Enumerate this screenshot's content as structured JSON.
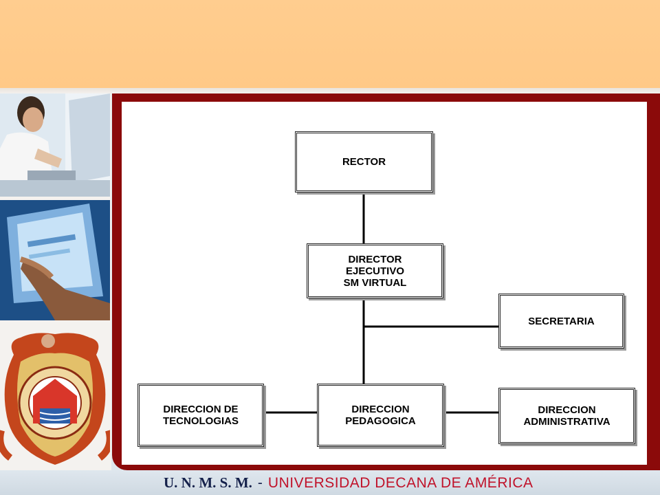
{
  "diagram": {
    "rector": "RECTOR",
    "director": "DIRECTOR\nEJECUTIVO\nSM VIRTUAL",
    "secretaria": "SECRETARIA",
    "tecnologias": "DIRECCION DE\nTECNOLOGIAS",
    "pedagogica": "DIRECCION\nPEDAGOGICA",
    "administrativa": "DIRECCION\nADMINISTRATIVA"
  },
  "footer": {
    "abbreviation": "U. N. M. S. M.",
    "separator": "-",
    "name": "UNIVERSIDAD DECANA DE AMÉRICA"
  },
  "colors": {
    "header_band": "#ffcd8f",
    "frame": "#8b0a0a",
    "footer_name": "#c0122a"
  }
}
